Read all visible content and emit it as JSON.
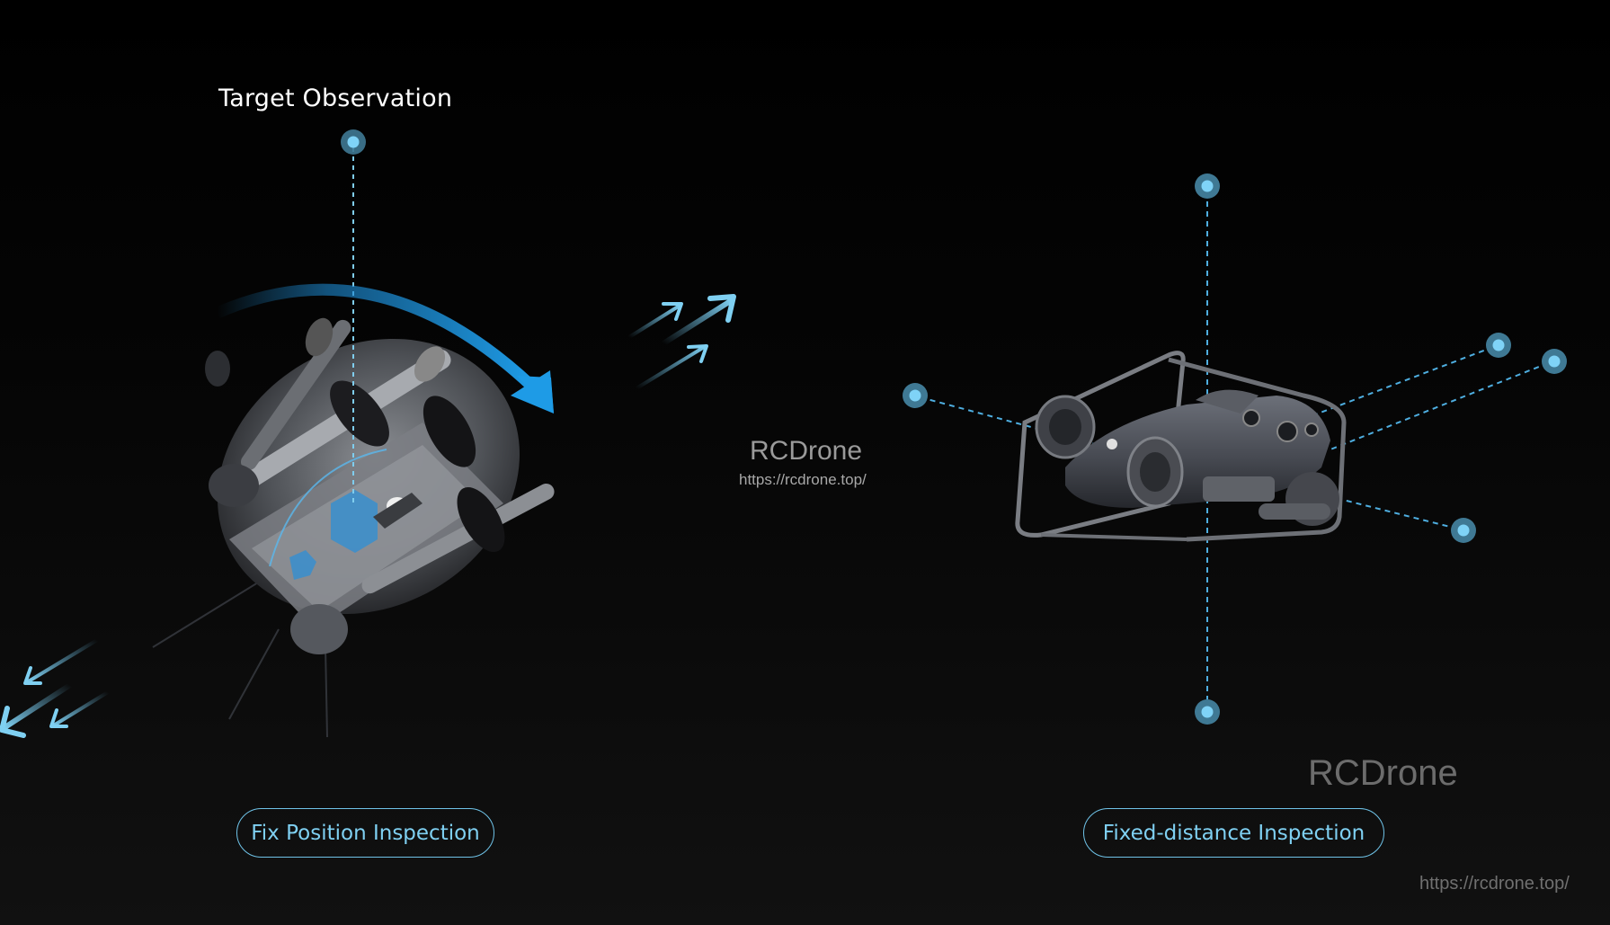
{
  "scene": {
    "background_top": "#000000",
    "background_bottom": "#111111",
    "accent_color": "#6fc3e8",
    "arc_color": "#1e90d8"
  },
  "left_panel": {
    "title": "Target Observation",
    "mode_label": "Fix Position Inspection",
    "illustration": "underwater-drone-rotating",
    "icons": [
      "rotation-arc-arrow-icon",
      "motion-arrows-outgoing-icon",
      "motion-arrows-incoming-icon",
      "target-point-icon"
    ]
  },
  "right_panel": {
    "mode_label": "Fixed-distance Inspection",
    "illustration": "underwater-drone-with-distance-points",
    "point_count": 6
  },
  "watermarks": {
    "center_name": "RCDrone",
    "center_url": "https://rcdrone.top/",
    "right_name": "RCDrone",
    "corner_url": "https://rcdrone.top/"
  }
}
